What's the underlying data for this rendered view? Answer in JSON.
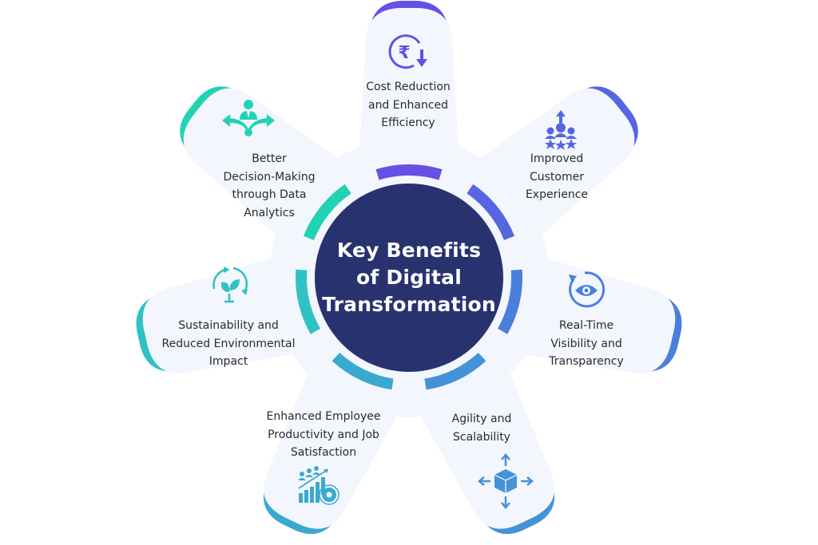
{
  "center": {
    "title_line1": "Key Benefits",
    "title_line2": "of Digital",
    "title_line3": "Transformation",
    "fill": "#27326f"
  },
  "petal_fill": "#f3f6fd",
  "benefits": [
    {
      "id": "cost",
      "line1": "Cost Reduction",
      "line2": "and Enhanced",
      "line3": "Efficiency",
      "icon": "rupee-cost-down-icon",
      "color": "#6750e6"
    },
    {
      "id": "customer",
      "line1": "Improved",
      "line2": "Customer",
      "line3": "Experience",
      "icon": "customer-stars-icon",
      "color": "#5566e0"
    },
    {
      "id": "visibility",
      "line1": "Real-Time",
      "line2": "Visibility and",
      "line3": "Transparency",
      "icon": "eye-refresh-icon",
      "color": "#4a7fdc"
    },
    {
      "id": "agility",
      "line1": "Agility and",
      "line2": "Scalability",
      "icon": "cube-expand-icon",
      "color": "#4492d8"
    },
    {
      "id": "employee",
      "line1": "Enhanced Employee",
      "line2": "Productivity and Job",
      "line3": "Satisfaction",
      "icon": "productivity-chart-gear-icon",
      "color": "#3aa9cf"
    },
    {
      "id": "sustainability",
      "line1": "Sustainability and",
      "line2": "Reduced Environmental",
      "line3": "Impact",
      "icon": "plant-cycle-icon",
      "color": "#2fc2c4"
    },
    {
      "id": "decision",
      "line1": "Better",
      "line2": "Decision-Making",
      "line3": "through Data",
      "line4": "Analytics",
      "icon": "decision-person-arrows-icon",
      "color": "#22d3b3"
    }
  ]
}
